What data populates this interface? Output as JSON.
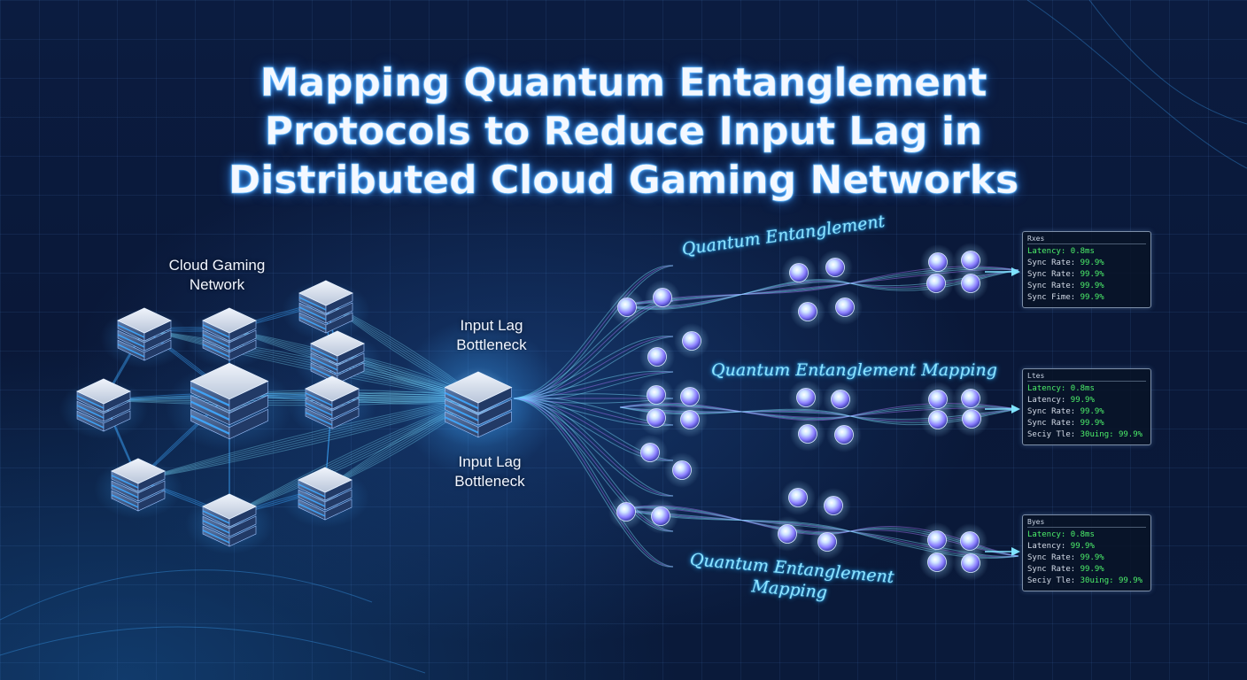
{
  "title_lines": [
    "Mapping Quantum Entanglement",
    "Protocols to Reduce Input Lag in",
    "Distributed Cloud Gaming Networks"
  ],
  "labels": {
    "cloud_network": [
      "Cloud Gaming",
      "Network"
    ],
    "bottleneck_top": [
      "Input Lag",
      "Bottleneck"
    ],
    "bottleneck_bottom": [
      "Input Lag",
      "Bottleneck"
    ],
    "quantum_top": "Quantum Entanglement",
    "quantum_mid": "Quantum Entanglement Mapping",
    "quantum_bottom": [
      "Quantum Entanglement",
      "Mapping"
    ]
  },
  "panels": [
    {
      "header": "Rxes",
      "rows": [
        {
          "label": "Latency: ",
          "value": "0.8ms",
          "highlight": true
        },
        {
          "label": "Sync Rate: ",
          "value": "99.9%",
          "highlight": false
        },
        {
          "label": "Sync Rate: ",
          "value": "99.9%",
          "highlight": false
        },
        {
          "label": "Sync Rate: ",
          "value": "99.9%",
          "highlight": false
        },
        {
          "label": "Sync Fime: ",
          "value": "99.9%",
          "highlight": false
        }
      ]
    },
    {
      "header": "Ltes",
      "rows": [
        {
          "label": "Latency: ",
          "value": "0.8ms",
          "highlight": true
        },
        {
          "label": "Latency: ",
          "value": "99.9%",
          "highlight": false
        },
        {
          "label": "Sync Rate: ",
          "value": "99.9%",
          "highlight": false
        },
        {
          "label": "Sync Rate: ",
          "value": "99.9%",
          "highlight": false
        },
        {
          "label": "Seciy Tle: ",
          "value": "30uing: 99.9%",
          "highlight": false
        }
      ]
    },
    {
      "header": "Byes",
      "rows": [
        {
          "label": "Latency: ",
          "value": "0.8ms",
          "highlight": true
        },
        {
          "label": "Latency: ",
          "value": "99.9%",
          "highlight": false
        },
        {
          "label": "Sync Rate: ",
          "value": "99.9%",
          "highlight": false
        },
        {
          "label": "Sync Rate: ",
          "value": "99.9%",
          "highlight": false
        },
        {
          "label": "Seciy Tle: ",
          "value": "30uing: 99.9%",
          "highlight": false
        }
      ]
    }
  ],
  "colors": {
    "glow_blue": "#3fa9ff",
    "glow_cyan": "#7fe3ff",
    "glow_purple": "#b07cff",
    "metric_green": "#4cf06a"
  }
}
